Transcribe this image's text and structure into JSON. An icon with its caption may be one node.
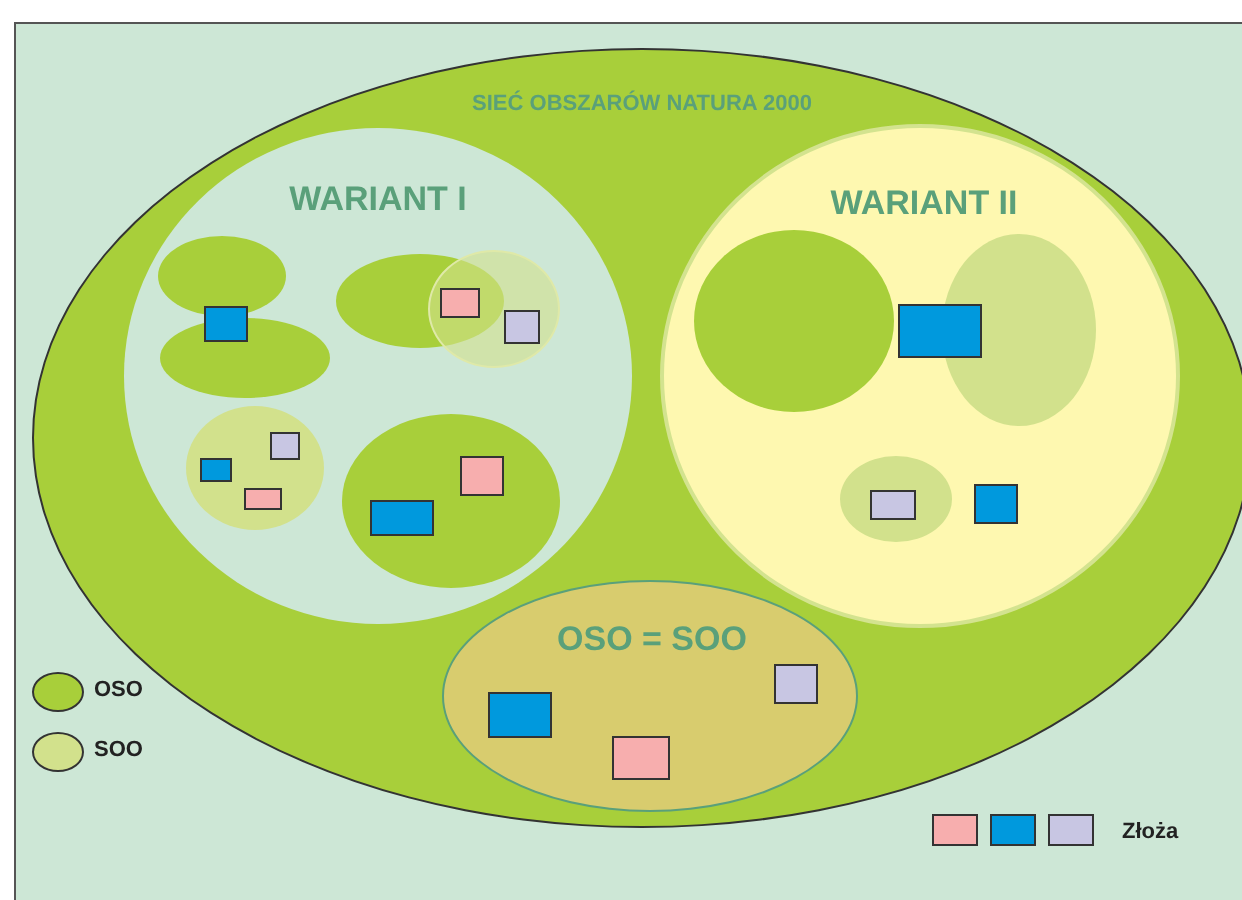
{
  "diagram": {
    "nodes": [
      {
        "text": [
          "SIEĆ OBSZARÓW NATURA 2000"
        ]
      },
      {
        "text": [
          "WARIANT I"
        ],
        "in": 0
      },
      {
        "text": [],
        "shape": "ellipse",
        "in": 1
      },
      {
        "text": [],
        "shape": "box",
        "in": 1
      },
      {
        "text": [],
        "shape": "ellipse",
        "in": 1
      },
      {
        "text": [],
        "shape": "ellipse",
        "in": 1
      },
      {
        "text": [],
        "shape": "ellipse",
        "in": 1
      },
      {
        "text": [],
        "shape": "box"
      },
      {
        "text": [],
        "shape": "box",
        "in": 6
      },
      {
        "text": [],
        "shape": "ellipse",
        "in": 1
      },
      {
        "text": [],
        "shape": "box",
        "in": 9
      },
      {
        "text": [],
        "shape": "box",
        "in": 9
      },
      {
        "text": [],
        "shape": "box",
        "in": 9
      },
      {
        "text": [],
        "shape": "ellipse",
        "in": 1
      },
      {
        "text": [],
        "shape": "box",
        "in": 13
      },
      {
        "text": [],
        "shape": "box",
        "in": 13
      },
      {
        "text": [
          "WARIANT II"
        ],
        "in": 0
      },
      {
        "text": [],
        "shape": "ellipse",
        "in": 16
      },
      {
        "text": [],
        "shape": "box",
        "in": 16
      },
      {
        "text": [],
        "shape": "ellipse",
        "in": 16
      },
      {
        "text": [],
        "shape": "ellipse",
        "in": 16
      },
      {
        "text": [],
        "shape": "box",
        "in": 20
      },
      {
        "text": [],
        "shape": "box",
        "in": 16
      },
      {
        "text": [
          "OSO = SOO"
        ],
        "in": 0
      },
      {
        "text": [],
        "shape": "box",
        "in": 23
      },
      {
        "text": [],
        "shape": "box",
        "in": 23
      },
      {
        "text": [],
        "shape": "box",
        "in": 23
      }
    ],
    "legend": [
      {
        "text": "OSO",
        "color": "#a8cf3a"
      },
      {
        "text": "SOO",
        "color": "#d2e18c"
      },
      {
        "text": "Złoża"
      }
    ]
  }
}
